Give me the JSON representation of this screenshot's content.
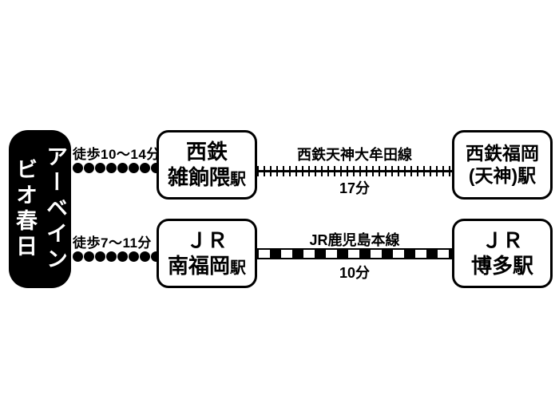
{
  "colors": {
    "ink": "#000000",
    "background": "#ffffff",
    "badge_bg": "#000000",
    "badge_text": "#ffffff"
  },
  "property": {
    "name_line1": "アーベイン",
    "name_line2": "ビオ春日"
  },
  "routes": [
    {
      "walk_label": "徒歩10〜14分",
      "walk_dots": 8,
      "from_station": {
        "line1": "西鉄",
        "line2": "雑餉隈",
        "line2_suffix": "駅"
      },
      "rail_line": {
        "name": "西鉄天神大牟田線",
        "duration": "17分",
        "style": "private-rail-hatched"
      },
      "to_station": {
        "line1": "西鉄福岡",
        "line2": "(天神)駅",
        "line2_suffix": ""
      }
    },
    {
      "walk_label": "徒歩7〜11分",
      "walk_dots": 8,
      "from_station": {
        "line1": "ＪＲ",
        "line2": "南福岡",
        "line2_suffix": "駅"
      },
      "rail_line": {
        "name": "JR鹿児島本線",
        "duration": "10分",
        "style": "jr-striped"
      },
      "to_station": {
        "line1": "ＪＲ",
        "line2": "博多駅",
        "line2_suffix": ""
      }
    }
  ]
}
